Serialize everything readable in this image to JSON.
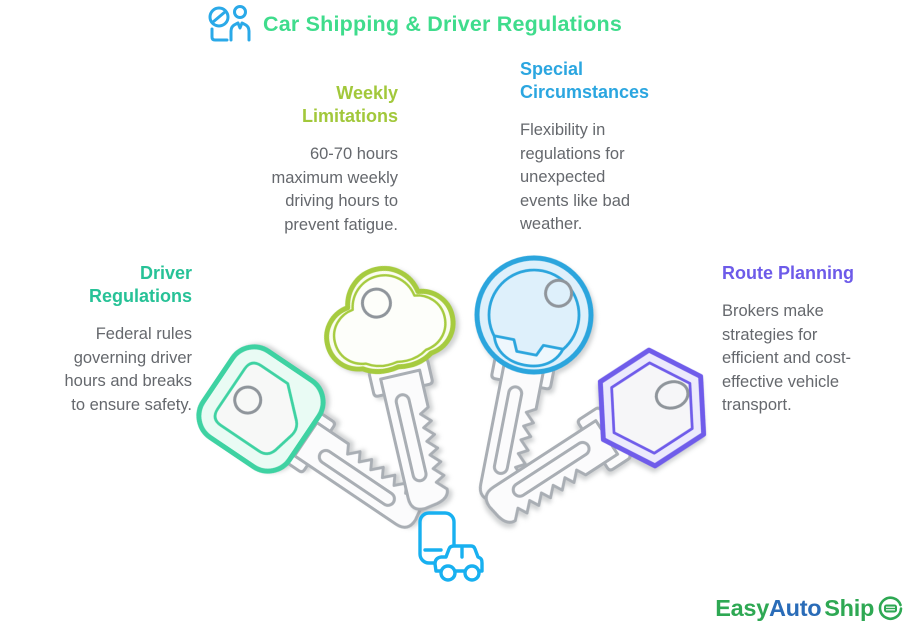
{
  "header": {
    "title": "Car Shipping & Driver Regulations",
    "title_color": "#3fdc8c",
    "icon_name": "driver-restriction-icon",
    "icon_color": "#2aa9e8"
  },
  "sections": [
    {
      "id": "driver-regulations",
      "heading_lines": [
        "Driver",
        "Regulations"
      ],
      "heading_color": "#27c297",
      "body_lines": [
        "Federal rules",
        "governing driver",
        "hours and breaks",
        "to ensure safety."
      ]
    },
    {
      "id": "weekly-limitations",
      "heading_lines": [
        "Weekly",
        "Limitations"
      ],
      "heading_color": "#a2c83b",
      "body_lines": [
        "60-70 hours",
        "maximum weekly",
        "driving hours to",
        "prevent fatigue."
      ]
    },
    {
      "id": "special-circumstances",
      "heading_lines": [
        "Special",
        "Circumstances"
      ],
      "heading_color": "#2ba6e0",
      "body_lines": [
        "Flexibility in",
        "regulations for",
        "unexpected",
        "events like bad",
        "weather."
      ]
    },
    {
      "id": "route-planning",
      "heading_lines": [
        "Route Planning"
      ],
      "heading_color": "#6d5be9",
      "body_lines": [
        "Brokers make",
        "strategies for",
        "efficient and cost-",
        "effective vehicle",
        "transport."
      ]
    }
  ],
  "text": {
    "body_color": "#65686d"
  },
  "keys": [
    {
      "id": "teal-square-key",
      "stroke": "#3ed2a2",
      "fill": "#e9fbf4",
      "inner_fill": "#f7f8f7"
    },
    {
      "id": "green-cloud-key",
      "stroke": "#a6cb3f",
      "fill": "#fbfdf0",
      "inner_fill": "#fdfefa"
    },
    {
      "id": "blue-round-key",
      "stroke": "#2ba5dd",
      "fill": "#def0fb",
      "inner_fill": "#eef7fd"
    },
    {
      "id": "purple-hex-key",
      "stroke": "#6f5cea",
      "fill": "#eceafc",
      "inner_fill": "#f6f6f8"
    }
  ],
  "key_common": {
    "shaft_stroke": "#a9aeb4",
    "shaft_fill": "#fbfbfc",
    "hole_stroke": "#8f959b"
  },
  "bottom_icon": {
    "name": "car-shipping-icon",
    "color": "#18b0f0"
  },
  "logo": {
    "easy": "Easy",
    "auto": "Auto",
    "ship": "Ship",
    "green_color": "#2ea853",
    "blue_color": "#2a6cb8"
  }
}
